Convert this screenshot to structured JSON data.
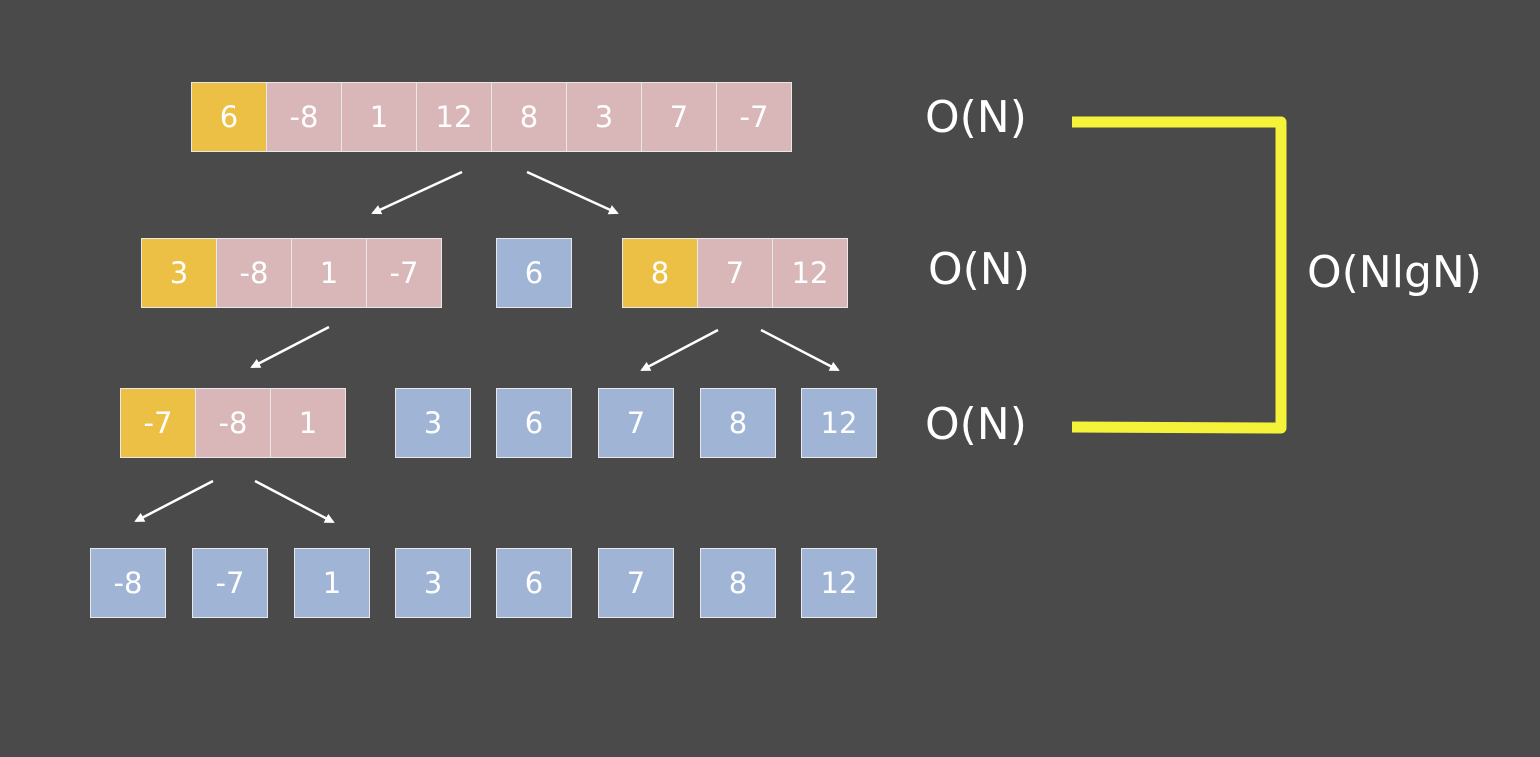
{
  "rows": [
    {
      "arrays": [
        [
          {
            "v": "6",
            "s": "pivot"
          },
          {
            "v": "-8",
            "s": "part"
          },
          {
            "v": "1",
            "s": "part"
          },
          {
            "v": "12",
            "s": "part"
          },
          {
            "v": "8",
            "s": "part"
          },
          {
            "v": "3",
            "s": "part"
          },
          {
            "v": "7",
            "s": "part"
          },
          {
            "v": "-7",
            "s": "part"
          }
        ]
      ]
    },
    {
      "arrays": [
        [
          {
            "v": "3",
            "s": "pivot"
          },
          {
            "v": "-8",
            "s": "part"
          },
          {
            "v": "1",
            "s": "part"
          },
          {
            "v": "-7",
            "s": "part"
          }
        ],
        [
          {
            "v": "6",
            "s": "done"
          }
        ],
        [
          {
            "v": "8",
            "s": "pivot"
          },
          {
            "v": "7",
            "s": "part"
          },
          {
            "v": "12",
            "s": "part"
          }
        ]
      ]
    },
    {
      "arrays": [
        [
          {
            "v": "-7",
            "s": "pivot"
          },
          {
            "v": "-8",
            "s": "part"
          },
          {
            "v": "1",
            "s": "part"
          }
        ],
        [
          {
            "v": "3",
            "s": "done"
          }
        ],
        [
          {
            "v": "6",
            "s": "done"
          }
        ],
        [
          {
            "v": "7",
            "s": "done"
          }
        ],
        [
          {
            "v": "8",
            "s": "done"
          }
        ],
        [
          {
            "v": "12",
            "s": "done"
          }
        ]
      ]
    },
    {
      "arrays": [
        [
          {
            "v": "-8",
            "s": "done"
          }
        ],
        [
          {
            "v": "-7",
            "s": "done"
          }
        ],
        [
          {
            "v": "1",
            "s": "done"
          }
        ],
        [
          {
            "v": "3",
            "s": "done"
          }
        ],
        [
          {
            "v": "6",
            "s": "done"
          }
        ],
        [
          {
            "v": "7",
            "s": "done"
          }
        ],
        [
          {
            "v": "8",
            "s": "done"
          }
        ],
        [
          {
            "v": "12",
            "s": "done"
          }
        ]
      ]
    }
  ],
  "complexity": {
    "level_1": "O(N)",
    "level_2": "O(N)",
    "level_3": "O(N)",
    "total": "O(NlgN)"
  },
  "colors": {
    "background": "#4a4a4a",
    "pivot": "#ecc045",
    "partition": "#d9b7b8",
    "sorted": "#a0b4d6",
    "bracket": "#f4f33a",
    "arrow": "#ffffff"
  }
}
